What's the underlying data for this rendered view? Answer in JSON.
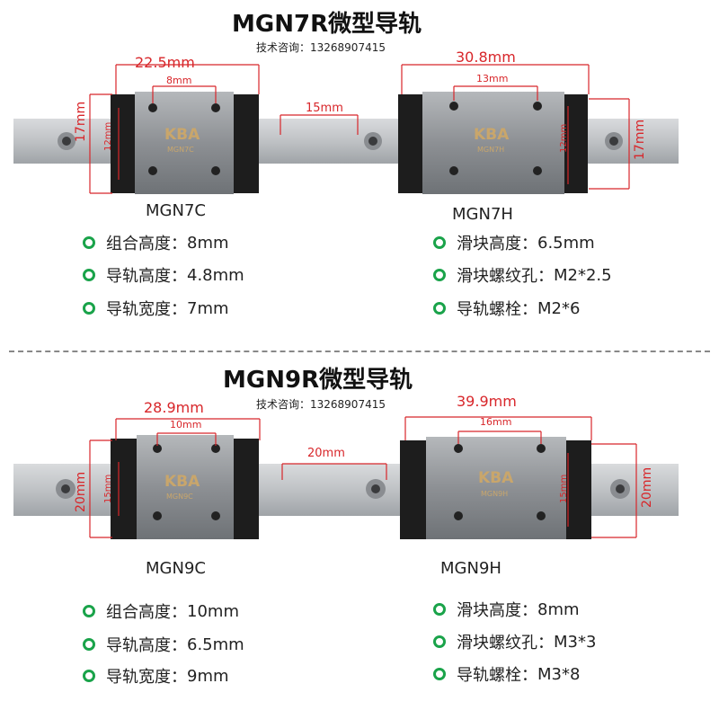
{
  "colors": {
    "dimension_red": "#d8262a",
    "bullet_green": "#1aa34a",
    "rail_gray": "#bfc2c5",
    "block_dark": "#1d1d1d",
    "block_gray": "#8d9094",
    "brand_text": "#c9a66b"
  },
  "sections": [
    {
      "title": "MGN7R微型导轨",
      "contact": "技术咨询：13268907415",
      "left_block": {
        "model": "MGN7C",
        "brand": "KBA",
        "sub": "MGN7C",
        "width": "22.5mm",
        "hole": "8mm",
        "height": "17mm",
        "inner": "12mm"
      },
      "right_block": {
        "model": "MGN7H",
        "brand": "KBA",
        "sub": "MGN7H",
        "width": "30.8mm",
        "hole": "13mm",
        "height": "17mm",
        "inner": "12mm"
      },
      "pitch": "15mm",
      "left_specs": [
        {
          "label": "组合高度：",
          "value": "8mm"
        },
        {
          "label": "导轨高度：",
          "value": "4.8mm"
        },
        {
          "label": "导轨宽度：",
          "value": "7mm"
        }
      ],
      "right_specs": [
        {
          "label": "滑块高度：",
          "value": "6.5mm"
        },
        {
          "label": "滑块螺纹孔：",
          "value": "M2*2.5"
        },
        {
          "label": "导轨螺栓：",
          "value": "M2*6"
        }
      ]
    },
    {
      "title": "MGN9R微型导轨",
      "contact": "技术咨询：13268907415",
      "left_block": {
        "model": "MGN9C",
        "brand": "KBA",
        "sub": "MGN9C",
        "width": "28.9mm",
        "hole": "10mm",
        "height": "20mm",
        "inner": "15mm"
      },
      "right_block": {
        "model": "MGN9H",
        "brand": "KBA",
        "sub": "MGN9H",
        "width": "39.9mm",
        "hole": "16mm",
        "height": "20mm",
        "inner": "15mm"
      },
      "pitch": "20mm",
      "left_specs": [
        {
          "label": "组合高度：",
          "value": "10mm"
        },
        {
          "label": "导轨高度：",
          "value": "6.5mm"
        },
        {
          "label": "导轨宽度：",
          "value": "9mm"
        }
      ],
      "right_specs": [
        {
          "label": "滑块高度：",
          "value": "8mm"
        },
        {
          "label": "滑块螺纹孔：",
          "value": "M3*3"
        },
        {
          "label": "导轨螺栓：",
          "value": "M3*8"
        }
      ]
    }
  ]
}
